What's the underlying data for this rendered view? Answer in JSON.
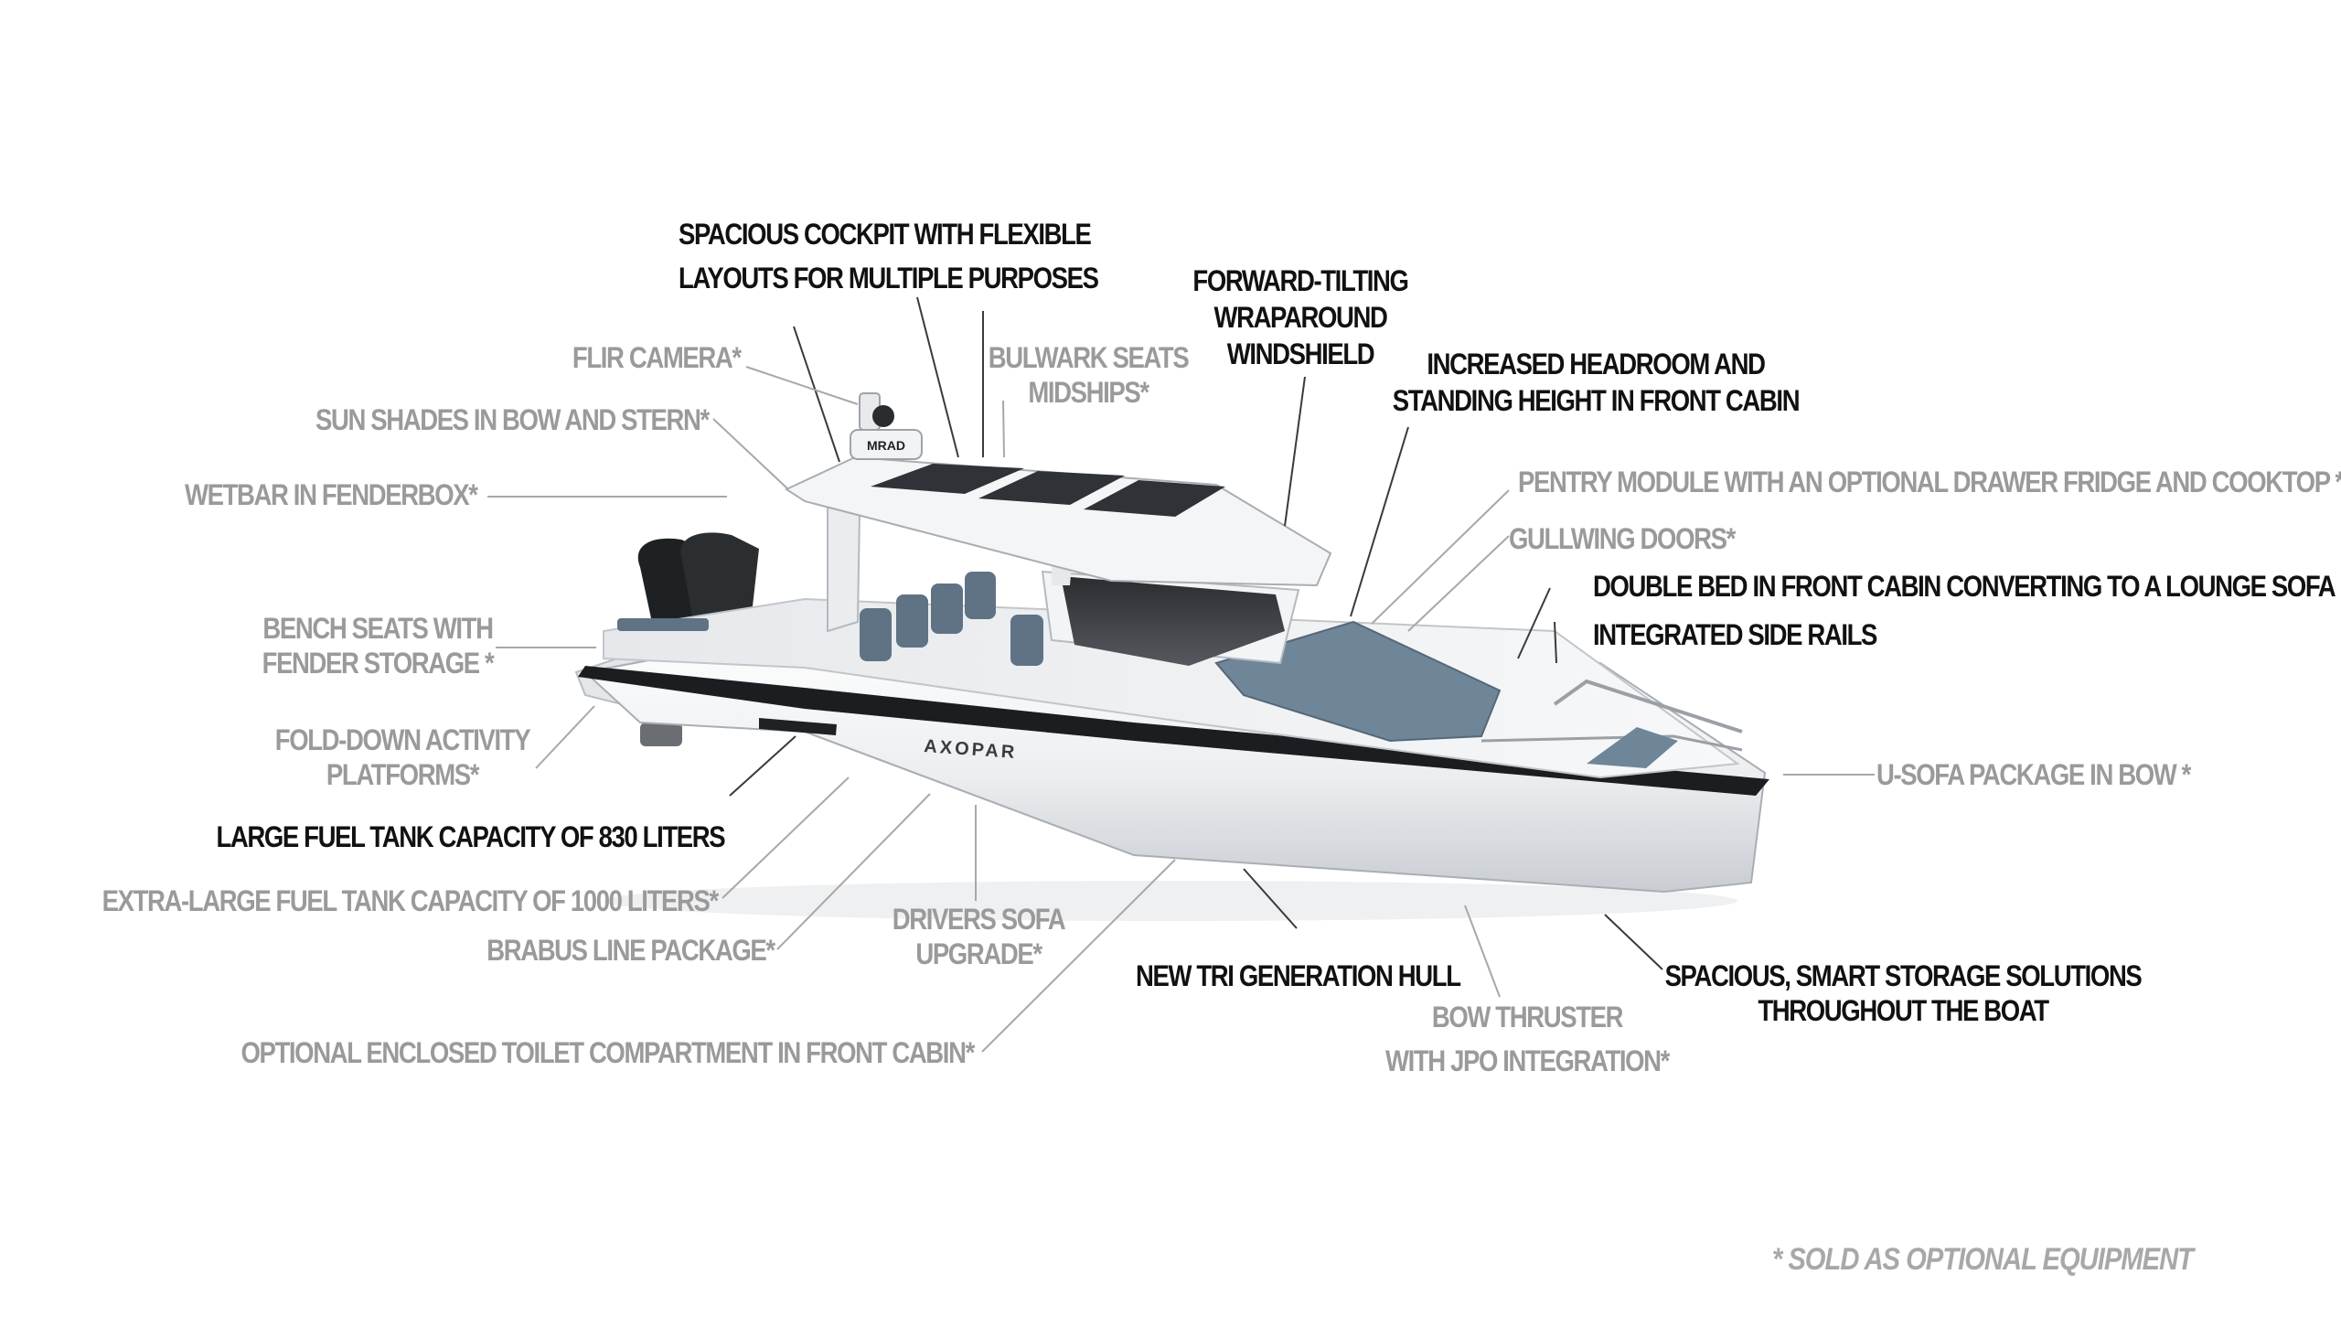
{
  "callouts": {
    "spacious_cockpit": [
      "SPACIOUS COCKPIT WITH FLEXIBLE",
      "LAYOUTS FOR MULTIPLE PURPOSES"
    ],
    "forward_tilting": [
      "FORWARD-TILTING",
      "WRAPAROUND",
      "WINDSHIELD"
    ],
    "increased_headroom": [
      "INCREASED HEADROOM AND",
      "STANDING HEIGHT IN FRONT CABIN"
    ],
    "flir_camera": "FLIR CAMERA*",
    "bulwark_seats": [
      "BULWARK SEATS",
      "MIDSHIPS*"
    ],
    "sun_shades": "SUN SHADES IN BOW AND STERN*",
    "wetbar": "WETBAR IN FENDERBOX*",
    "pentry_module": "PENTRY MODULE WITH AN OPTIONAL DRAWER FRIDGE AND COOKTOP *",
    "gullwing_doors": "GULLWING DOORS*",
    "double_bed": "DOUBLE BED IN FRONT CABIN CONVERTING TO A LOUNGE SOFA",
    "side_rails": "INTEGRATED SIDE RAILS",
    "bench_seats": [
      "BENCH SEATS WITH",
      "FENDER STORAGE *"
    ],
    "fold_down": [
      "FOLD-DOWN ACTIVITY",
      "PLATFORMS*"
    ],
    "u_sofa": "U-SOFA PACKAGE IN BOW *",
    "large_fuel": "LARGE FUEL TANK CAPACITY OF 830 LITERS",
    "extra_large_fuel": "EXTRA-LARGE FUEL TANK CAPACITY OF 1000 LITERS*",
    "brabus": "BRABUS LINE PACKAGE*",
    "drivers_sofa": [
      "DRIVERS SOFA",
      "UPGRADE*"
    ],
    "tri_hull": "NEW TRI GENERATION HULL",
    "bow_thruster": [
      "BOW THRUSTER",
      "WITH JPO INTEGRATION*"
    ],
    "storage": [
      "SPACIOUS, SMART STORAGE SOLUTIONS",
      "THROUGHOUT THE BOAT"
    ],
    "toilet": "OPTIONAL ENCLOSED TOILET COMPARTMENT IN FRONT CABIN*"
  },
  "footnote": "*  SOLD AS OPTIONAL EQUIPMENT",
  "boat": {
    "brand_mark": "AXOPAR",
    "radar_mark": "MRAD"
  },
  "colors": {
    "dark_text": "#111111",
    "grey_text": "#9a9a9a",
    "hull": "#f1f2f3",
    "upholstery": "#6f8598",
    "leader": "#3a3a3a"
  }
}
